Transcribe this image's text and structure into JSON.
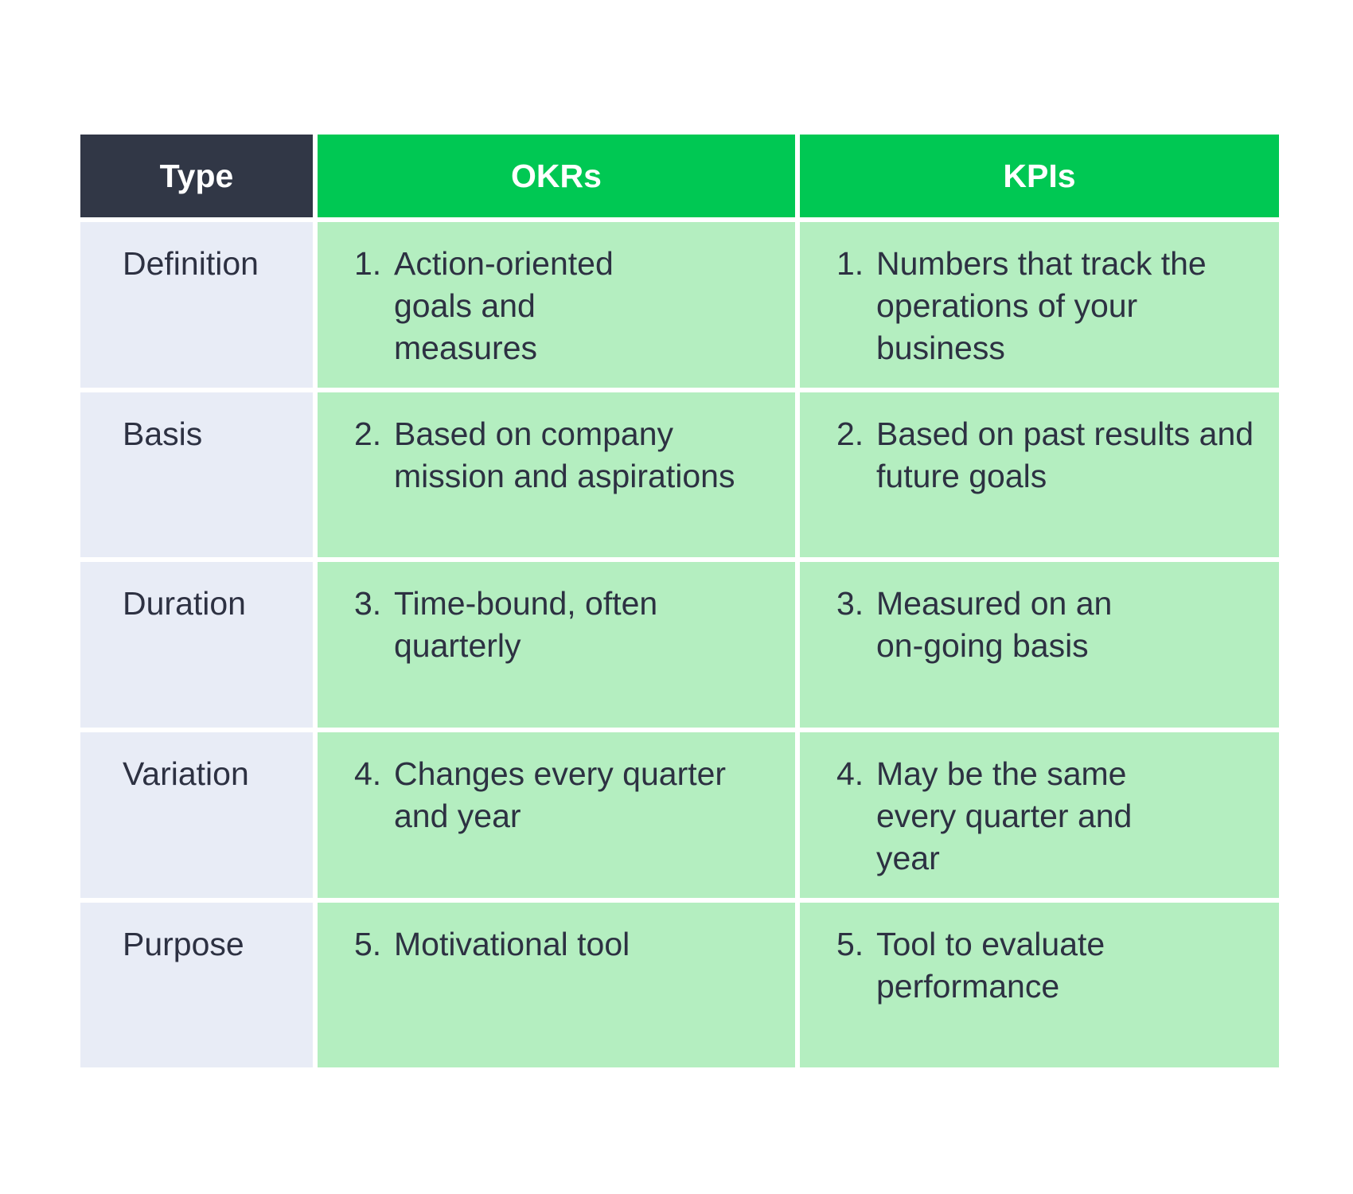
{
  "table": {
    "headers": [
      "Type",
      "OKRs",
      "KPIs"
    ],
    "rows": [
      {
        "label": "Definition",
        "okr": {
          "num": "1.",
          "text": "Action-oriented goals and measures"
        },
        "kpi": {
          "num": "1.",
          "text": "Numbers that track the operations of your business"
        }
      },
      {
        "label": "Basis",
        "okr": {
          "num": "2.",
          "text": "Based on company mission and aspirations"
        },
        "kpi": {
          "num": "2.",
          "text": "Based on past results and future goals"
        }
      },
      {
        "label": "Duration",
        "okr": {
          "num": "3.",
          "text": "Time-bound, often quarterly"
        },
        "kpi": {
          "num": "3.",
          "text": "Measured on an on-going basis"
        }
      },
      {
        "label": "Variation",
        "okr": {
          "num": "4.",
          "text": "Changes every quarter and year"
        },
        "kpi": {
          "num": "4.",
          "text": "May be the same every quarter and year"
        }
      },
      {
        "label": "Purpose",
        "okr": {
          "num": "5.",
          "text": "Motivational tool"
        },
        "kpi": {
          "num": "5.",
          "text": "Tool to evaluate performance"
        }
      }
    ]
  },
  "colors": {
    "header_dark": "#313746",
    "header_green": "#00c853",
    "label_bg": "#e8ecf6",
    "body_bg": "#b4eec0",
    "text": "#2d3142"
  }
}
